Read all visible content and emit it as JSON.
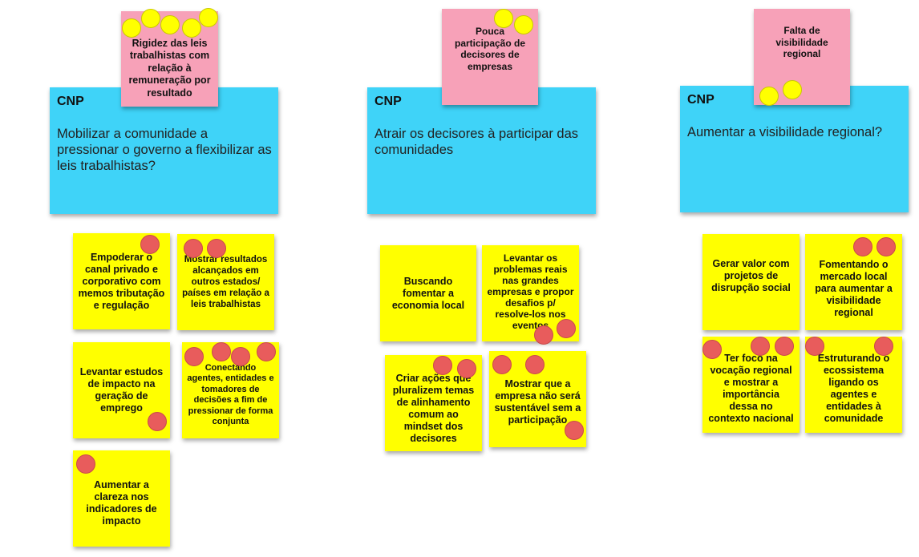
{
  "colors": {
    "blue_card": "#3fd3f8",
    "pink_card": "#f7a1b8",
    "sticky_note": "#ffff00",
    "vote_yellow": "#ffff00",
    "vote_red": "#e85c5c"
  },
  "columns": [
    {
      "problem": "Rigidez das leis trabalhistas com relação à remuneração por resultado",
      "problem_votes": 5,
      "tag": "CNP",
      "question": "Mobilizar a comunidade a pressionar o governo a flexibilizar as leis trabalhistas?",
      "ideas": [
        {
          "text": "Empoderar o canal privado e corporativo com memos tributação e regulação",
          "votes": 1
        },
        {
          "text": "Mostrar resultados alcançados em outros estados/ países em relação a leis trabalhistas",
          "votes": 2
        },
        {
          "text": "Levantar estudos de impacto na geração de emprego",
          "votes": 1
        },
        {
          "text": "Conectando agentes, entidades e tomadores de decisões a fim de pressionar de forma conjunta",
          "votes": 4
        },
        {
          "text": "Aumentar a clareza nos indicadores de impacto",
          "votes": 1
        }
      ]
    },
    {
      "problem": "Pouca participação de decisores de empresas",
      "problem_votes": 2,
      "tag": "CNP",
      "question": "Atrair os decisores à participar das comunidades",
      "ideas": [
        {
          "text": "Buscando fomentar a economia local",
          "votes": 0
        },
        {
          "text": "Levantar os problemas reais nas grandes empresas e propor desafios p/ resolve-los nos eventos",
          "votes": 2
        },
        {
          "text": "Criar ações que pluralizem temas de alinhamento comum ao mindset dos decisores",
          "votes": 2
        },
        {
          "text": "Mostrar que a empresa não será sustentável sem a participação",
          "votes": 3
        }
      ]
    },
    {
      "problem": "Falta de visibilidade regional",
      "problem_votes": 2,
      "tag": "CNP",
      "question": "Aumentar a visibilidade regional?",
      "ideas": [
        {
          "text": "Gerar valor com projetos de disrupção social",
          "votes": 0
        },
        {
          "text": "Fomentando o mercado local para aumentar a visibilidade regional",
          "votes": 2
        },
        {
          "text": "Ter foco na vocação regional e mostrar a importância dessa no contexto nacional",
          "votes": 3
        },
        {
          "text": "Estruturando o ecossistema ligando os agentes e entidades à comunidade",
          "votes": 2
        }
      ]
    }
  ]
}
